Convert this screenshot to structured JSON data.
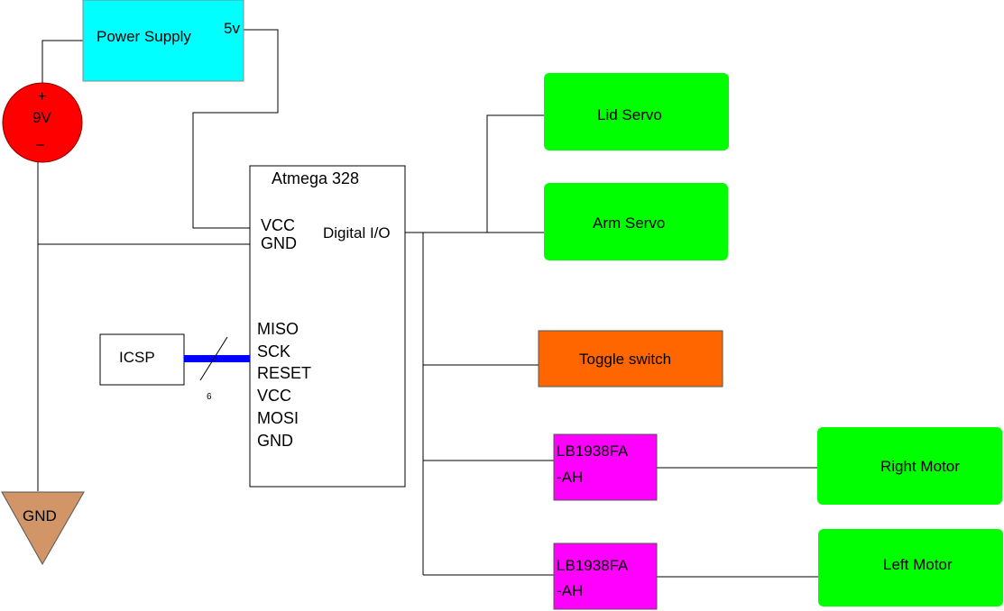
{
  "power_supply": {
    "label": "Power Supply",
    "out_label": "5v"
  },
  "battery": {
    "plus": "+",
    "voltage": "9V",
    "minus": "–",
    "fill": "#ff0000"
  },
  "ground": {
    "label": "GND",
    "fill": "#d19568"
  },
  "mcu": {
    "title": "Atmega 328",
    "pin_vcc": "VCC",
    "pin_gnd": "GND",
    "pin_dio": "Digital I/O",
    "icsp_pins": [
      "MISO",
      "SCK",
      "RESET",
      "VCC",
      "MOSI",
      "GND"
    ]
  },
  "icsp": {
    "label": "ICSP",
    "bus_width": "6",
    "bus_color": "#0000ff"
  },
  "blocks": {
    "lid_servo": "Lid Servo",
    "arm_servo": "Arm Servo",
    "toggle_switch": "Toggle switch",
    "driver1_line1": "LB1938FA",
    "driver1_line2": "-AH",
    "driver2_line1": "LB1938FA",
    "driver2_line2": "-AH",
    "right_motor": "Right Motor",
    "left_motor": "Left Motor"
  },
  "colors": {
    "power_supply": "#00ffff",
    "servo": "#00ff00",
    "toggle": "#ff6600",
    "driver": "#ff00ff",
    "motor": "#00ff00"
  }
}
